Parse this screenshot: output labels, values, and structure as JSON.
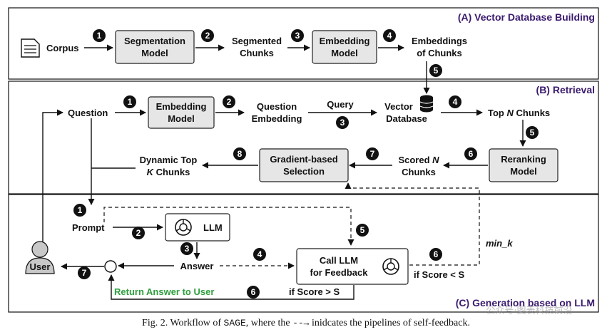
{
  "sections": {
    "a_title": "(A) Vector Database Building",
    "b_title": "(B) Retrieval",
    "c_title": "(C) Generation based on LLM"
  },
  "section_a": {
    "corpus": "Corpus",
    "segmentation_model": [
      "Segmentation",
      "Model"
    ],
    "segmented_chunks": [
      "Segmented",
      "Chunks"
    ],
    "embedding_model": [
      "Embedding",
      "Model"
    ],
    "embeddings_of_chunks": [
      "Embeddings",
      "of Chunks"
    ]
  },
  "section_b": {
    "question": "Question",
    "embedding_model": [
      "Embedding",
      "Model"
    ],
    "question_embedding": [
      "Question",
      "Embedding"
    ],
    "query": "Query",
    "vector_database": [
      "Vector",
      "Database"
    ],
    "top_n_chunks_pre": "Top ",
    "top_n_chunks_n": "N",
    "top_n_chunks_post": " Chunks",
    "reranking_model": [
      "Reranking",
      "Model"
    ],
    "scored_n_pre": "Scored ",
    "scored_n_n": "N",
    "scored_n_line2": "Chunks",
    "gradient_selection": [
      "Gradient-based",
      "Selection"
    ],
    "dynamic_top_line1": "Dynamic Top",
    "dynamic_top_k": "K",
    "dynamic_top_post": " Chunks"
  },
  "section_c": {
    "prompt": "Prompt",
    "llm": "LLM",
    "answer": "Answer",
    "call_llm": [
      "Call LLM",
      "for Feedback"
    ],
    "user": "User",
    "return_answer": "Return Answer to User",
    "if_score_gt": "if Score > S",
    "if_score_lt": "if Score < S",
    "min_k": "min_k"
  },
  "badges": [
    "1",
    "2",
    "3",
    "4",
    "5",
    "6",
    "7",
    "8"
  ],
  "caption": {
    "prefix": "Fig. 2.  Workflow of ",
    "name": "SAGE",
    "middle": ", where the ",
    "dash_symbol": "--→",
    "suffix": " inidcates the pipelines of self-feedback."
  },
  "watermark": "公众号·图表科技前沿"
}
